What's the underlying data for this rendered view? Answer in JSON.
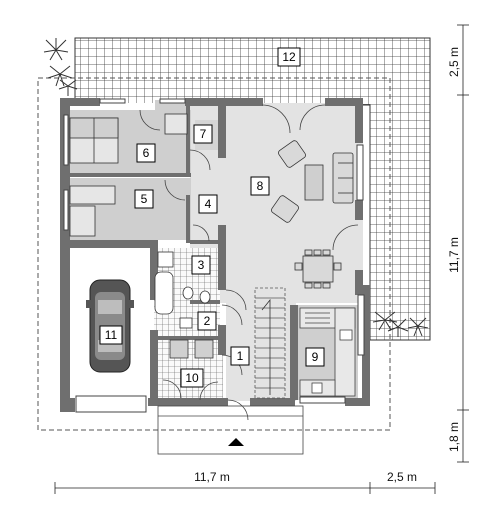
{
  "rooms": [
    {
      "id": "1",
      "label": "1"
    },
    {
      "id": "2",
      "label": "2"
    },
    {
      "id": "3",
      "label": "3"
    },
    {
      "id": "4",
      "label": "4"
    },
    {
      "id": "5",
      "label": "5"
    },
    {
      "id": "6",
      "label": "6"
    },
    {
      "id": "7",
      "label": "7"
    },
    {
      "id": "8",
      "label": "8"
    },
    {
      "id": "9",
      "label": "9"
    },
    {
      "id": "10",
      "label": "10"
    },
    {
      "id": "11",
      "label": "11"
    },
    {
      "id": "12",
      "label": "12"
    }
  ],
  "dimensions": {
    "bottom_main": "11,7 m",
    "bottom_side": "2,5 m",
    "right_top": "2,5 m",
    "right_middle": "11,7 m",
    "right_bottom": "1,8 m"
  },
  "colors": {
    "wall": "#6f6f6f",
    "floor_light": "#e6e6e6",
    "floor_dark": "#cccccc",
    "terrace_grid": "#333333",
    "tile": "#555555"
  },
  "icons": [
    "entrance-arrow-icon",
    "car-icon",
    "plant-icon",
    "sofa-icon",
    "armchair-icon",
    "dining-table-icon",
    "bed-icon",
    "bathtub-icon",
    "toilet-icon"
  ]
}
